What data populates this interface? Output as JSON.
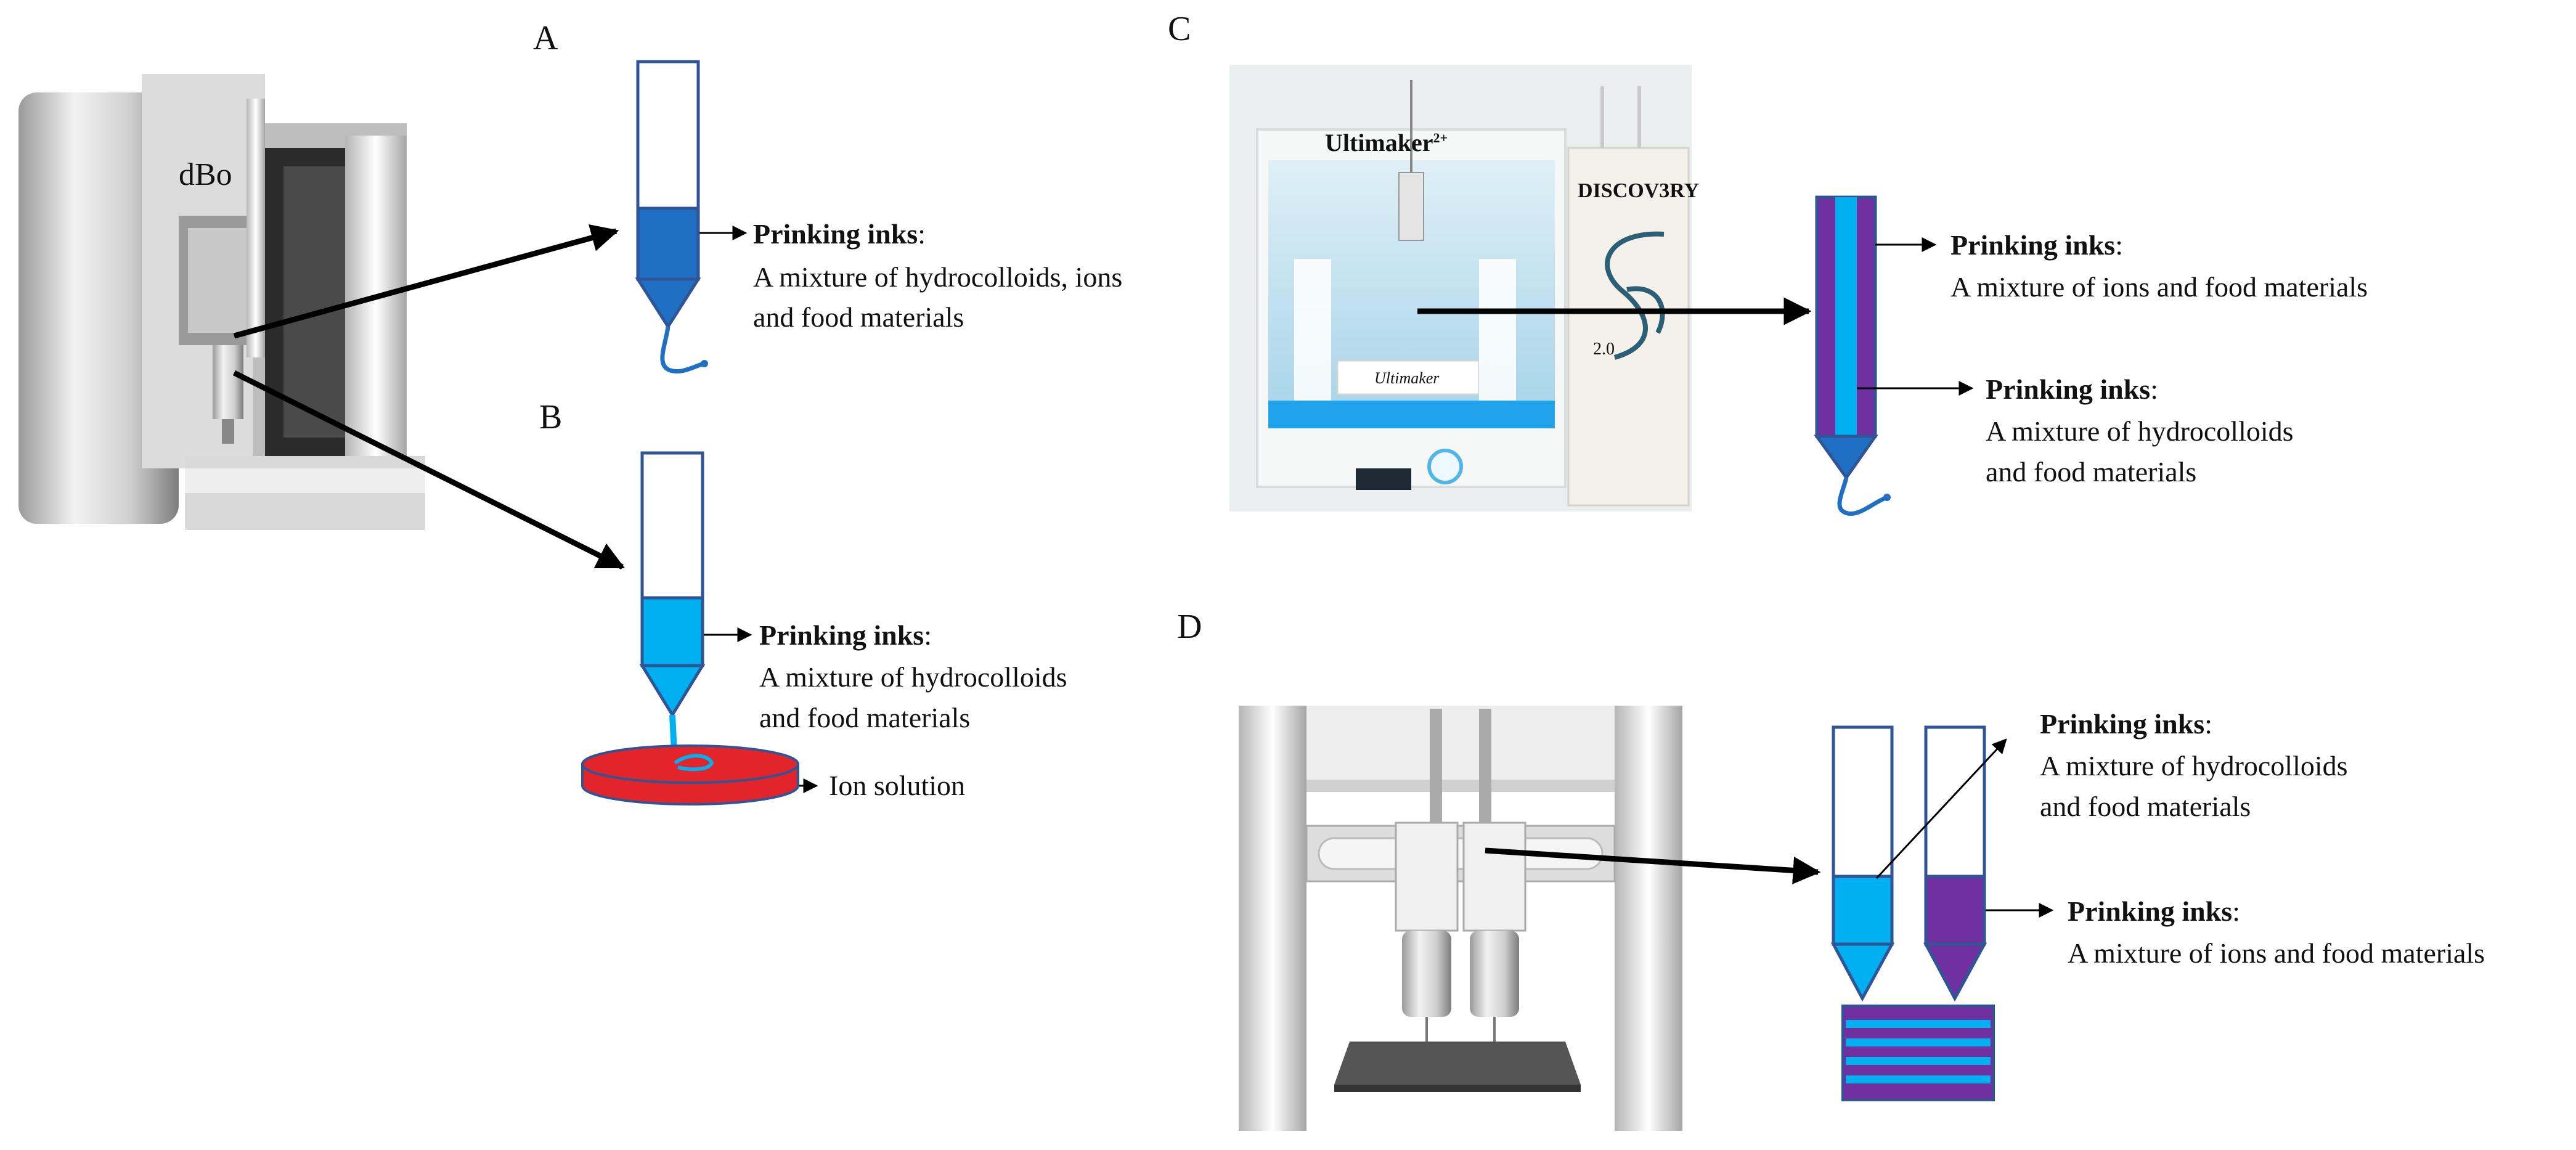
{
  "panels": {
    "a": {
      "letter": "A",
      "ink_heading": "Prinking inks",
      "ink_line1": "A mixture of hydrocolloids,  ions",
      "ink_line2": "and food materials"
    },
    "b": {
      "letter": "B",
      "ink_heading": "Prinking inks",
      "ink_line1": "A mixture of hydrocolloids",
      "ink_line2": "and food materials",
      "bath_label": "Ion solution"
    },
    "c": {
      "letter": "C",
      "printer_brand": "Ultimaker",
      "printer_model": "2+",
      "plate_brand": "Ultimaker",
      "box_brand": "DISCOV3RY",
      "box_version": "2.0",
      "ink1_heading": "Prinking inks",
      "ink1_line1": "A mixture of ions and food materials",
      "ink2_heading": "Prinking inks",
      "ink2_line1": "A mixture of hydrocolloids",
      "ink2_line2": "and food materials"
    },
    "d": {
      "letter": "D",
      "ink1_heading": "Prinking inks",
      "ink1_line1": "A mixture of hydrocolloids",
      "ink1_line2": "and food materials",
      "ink2_heading": "Prinking inks",
      "ink2_line1": "A mixture of ions and food materials"
    }
  },
  "printer_a_label": "dBo",
  "colors": {
    "outline_blue": "#2f5597",
    "dark_blue_ink": "#1f6fc4",
    "light_blue_ink": "#00b0f0",
    "purple_ink": "#7030a0",
    "ion_bath_red": "#e3242b",
    "arrow_black": "#000000"
  }
}
